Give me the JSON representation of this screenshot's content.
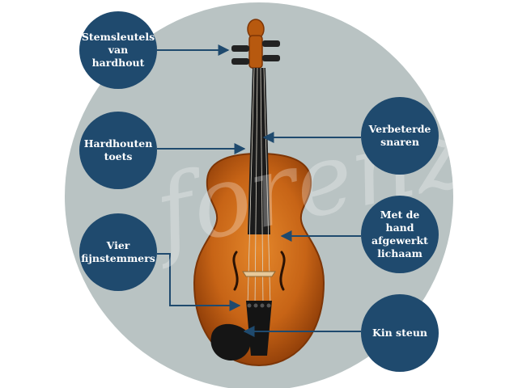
{
  "colors": {
    "background": "#ffffff",
    "backdrop_circle": "#b9c3c3",
    "bubble_fill": "#1f4a6e",
    "arrow": "#1f4a6e",
    "violin_body": "#c76416",
    "violin_body_edge": "#7d3506",
    "fingerboard": "#1b1b1b",
    "strings": "#d9d4c7"
  },
  "watermark": {
    "text": "forenza"
  },
  "callouts": [
    {
      "id": "pegs",
      "label": "Stemsleutels\nvan hardhout",
      "side": "left"
    },
    {
      "id": "fingerboard",
      "label": "Hardhouten\ntoets",
      "side": "left"
    },
    {
      "id": "fine-tuners",
      "label": "Vier\nfijnstemmers",
      "side": "left"
    },
    {
      "id": "strings",
      "label": "Verbeterde\nsnaren",
      "side": "right"
    },
    {
      "id": "body",
      "label": "Met de hand\nafgewerkt\nlichaam",
      "side": "right"
    },
    {
      "id": "chinrest",
      "label": "Kin steun",
      "side": "right"
    }
  ]
}
